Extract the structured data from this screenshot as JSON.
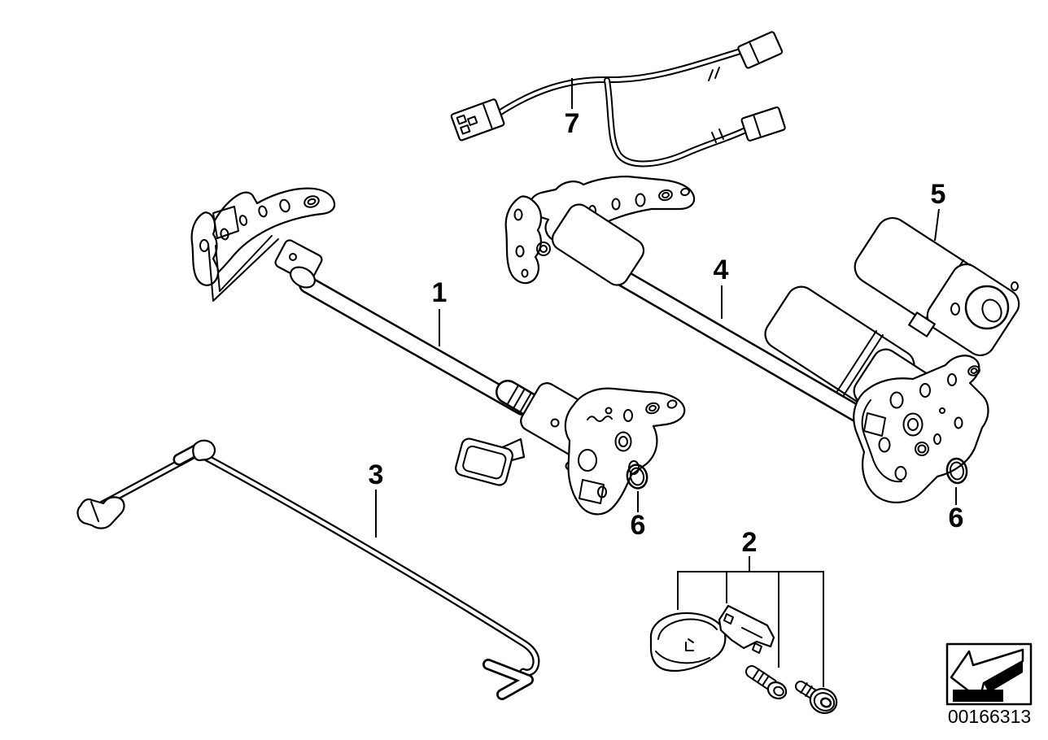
{
  "colors": {
    "ink": "#000000",
    "paper": "#ffffff"
  },
  "callouts": {
    "c1": "1",
    "c2": "2",
    "c3": "3",
    "c4": "4",
    "c5": "5",
    "c6a": "6",
    "c6b": "6",
    "c7": "7"
  },
  "footer": {
    "part_number": "00166313",
    "arrow_icon": "arrow-down-left-icon"
  }
}
